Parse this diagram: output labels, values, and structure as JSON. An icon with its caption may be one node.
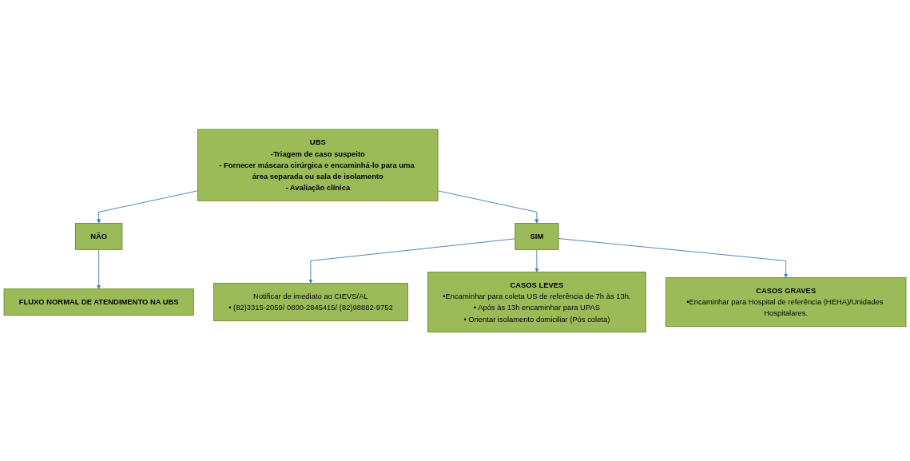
{
  "diagram": {
    "nodes": [
      {
        "text": [
          "UBS",
          "-Triagem de caso suspeito",
          "- Fornecer máscara cirúrgica e encaminhá-lo para uma área separada ou sala de isolamento",
          "- Avaliação clínica"
        ]
      },
      {
        "text": [
          "NÃO"
        ]
      },
      {
        "text": [
          "SIM"
        ]
      },
      {
        "text": [
          "Notificar de imediato ao CIEVS/AL",
          "• (82)3315-2059/ 0800-2845415/ (82)98882-9752"
        ]
      },
      {
        "text": [
          "FLUXO NORMAL DE ATENDIMENTO NA UBS"
        ]
      },
      {
        "text": [
          "CASOS LEVES",
          "•Encaminhar para coleta US de referência de 7h às 13h.",
          "• Após às 13h encaminhar para UPAS",
          "• Orientar isolamento domiciliar (Pós coleta)"
        ]
      },
      {
        "text": [
          "CASOS GRAVES",
          "•Encaminhar para Hospital de referência (HEHA)/Unidades Hospitalares."
        ]
      }
    ],
    "edges": [
      {
        "from": 0,
        "to": 1,
        "arrow": "to"
      },
      {
        "from": 0,
        "to": 2,
        "arrow": "to"
      },
      {
        "from": 2,
        "to": 3,
        "arrow": "to"
      },
      {
        "from": 1,
        "to": 4,
        "arrow": "to"
      },
      {
        "from": 2,
        "to": 5,
        "arrow": "to"
      },
      {
        "from": 2,
        "to": 6,
        "arrow": "to"
      }
    ]
  }
}
